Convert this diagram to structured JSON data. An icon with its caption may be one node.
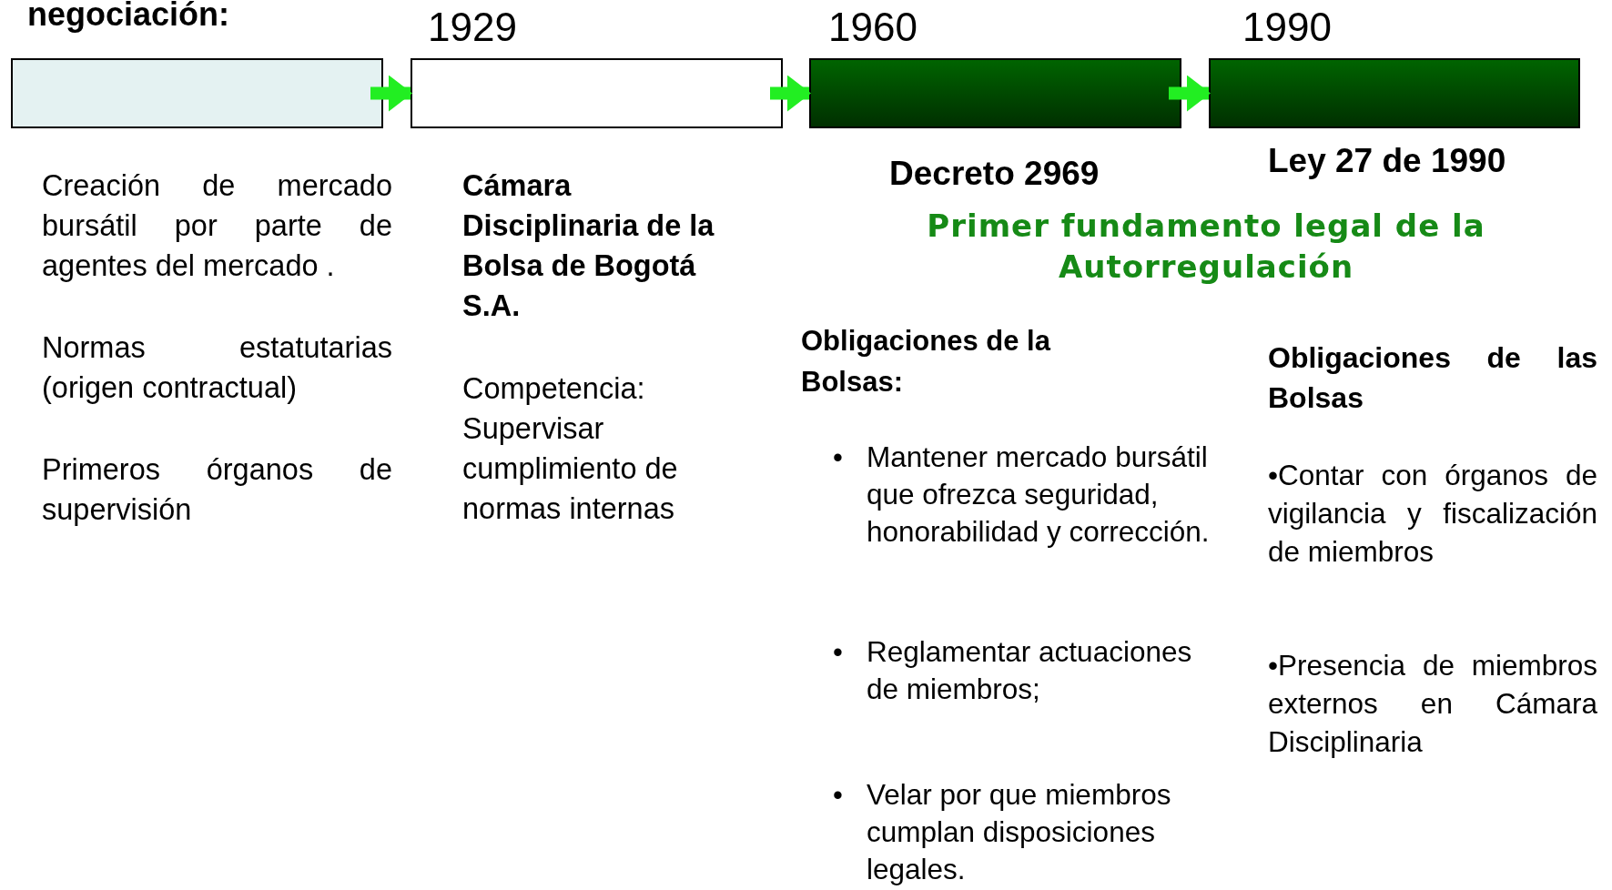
{
  "diagram": {
    "title": "negociación:",
    "nodes": [
      {
        "text": [],
        "shape": "bar"
      },
      {
        "text": [],
        "shape": "bar"
      },
      {
        "text": [],
        "shape": "bar"
      },
      {
        "text": [],
        "shape": "bar"
      }
    ],
    "edges": [
      {
        "from": 0,
        "to": 1,
        "arrow": "to"
      },
      {
        "from": 1,
        "to": 2,
        "arrow": "to"
      },
      {
        "from": 2,
        "to": 3,
        "arrow": "to"
      }
    ],
    "labels": [
      "1929",
      "1960",
      "1990",
      "Creación de mercado bursátil por parte de agentes del mercado .",
      "Normas estatutarias (origen contractual)",
      "Primeros órganos de supervisión",
      "Cámara Disciplinaria de la Bolsa de Bogotá S.A.",
      "Competencia: Supervisar cumplimiento de normas internas",
      "Decreto 2969",
      "Ley 27 de 1990",
      "Primer fundamento legal de la Autorregulación",
      "Obligaciones de la Bolsas:",
      "•",
      "Mantener mercado bursátil que ofrezca seguridad, honorabilidad y corrección.",
      "•",
      "Reglamentar actuaciones de miembros;",
      "•",
      "Velar por que miembros cumplan disposiciones legales.",
      "Obligaciones de las Bolsas",
      "•Contar con órganos de vigilancia y fiscalización de miembros",
      "•Presencia de miembros externos en Cámara Disciplinaria"
    ]
  }
}
